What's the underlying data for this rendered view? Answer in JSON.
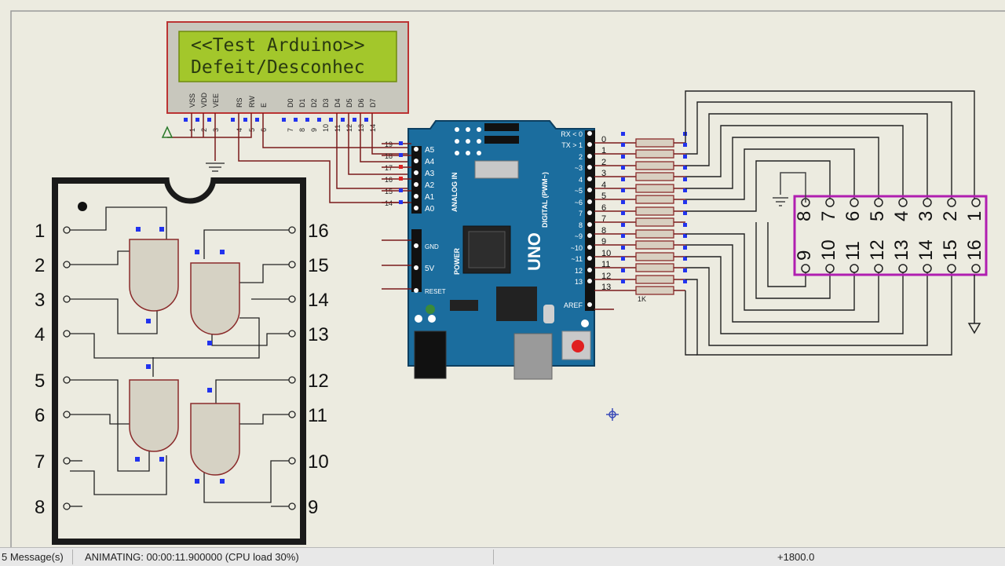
{
  "lcd": {
    "line1": "<<Test Arduino>>",
    "line2": "Defeit/Desconhec",
    "pins": [
      "VSS",
      "VDD",
      "VEE",
      "RS",
      "RW",
      "E",
      "D0",
      "D1",
      "D2",
      "D3",
      "D4",
      "D5",
      "D6",
      "D7"
    ],
    "pin_numbers": [
      "1",
      "2",
      "3",
      "4",
      "5",
      "6",
      "7",
      "8",
      "9",
      "10",
      "11",
      "12",
      "13",
      "14"
    ]
  },
  "ic": {
    "left_pins": [
      "1",
      "2",
      "3",
      "4",
      "5",
      "6",
      "7",
      "8"
    ],
    "right_pins": [
      "16",
      "15",
      "14",
      "13",
      "12",
      "11",
      "10",
      "9"
    ]
  },
  "arduino": {
    "label_uno": "UNO",
    "label_digital": "DIGITAL (PWM~)",
    "label_analog": "ANALOG IN",
    "label_power": "POWER",
    "analog_pins": [
      "A5",
      "A4",
      "A3",
      "A2",
      "A1",
      "A0"
    ],
    "analog_wire_numbers": [
      "19",
      "18",
      "17",
      "16",
      "15",
      "14"
    ],
    "power_pins": [
      "GND",
      "5V",
      "RESET"
    ],
    "digital_pins": [
      "RX < 0",
      "TX > 1",
      "2",
      "~3",
      "4",
      "~5",
      "~6",
      "7",
      "8",
      "~9",
      "~10",
      "~11",
      "12",
      "13",
      "AREF"
    ],
    "digital_wire_numbers": [
      "0",
      "1",
      "2",
      "3",
      "4",
      "5",
      "6",
      "7",
      "8",
      "9",
      "10",
      "11",
      "12",
      "13"
    ]
  },
  "resistor_label": "1K",
  "socket": {
    "top_pins": [
      "8",
      "7",
      "6",
      "5",
      "4",
      "3",
      "2",
      "1"
    ],
    "bottom_pins": [
      "9",
      "10",
      "11",
      "12",
      "13",
      "14",
      "15",
      "16"
    ]
  },
  "status": {
    "messages": "5 Message(s)",
    "animating": "ANIMATING: 00:00:11.900000 (CPU load 30%)",
    "coord": "+1800.0"
  }
}
